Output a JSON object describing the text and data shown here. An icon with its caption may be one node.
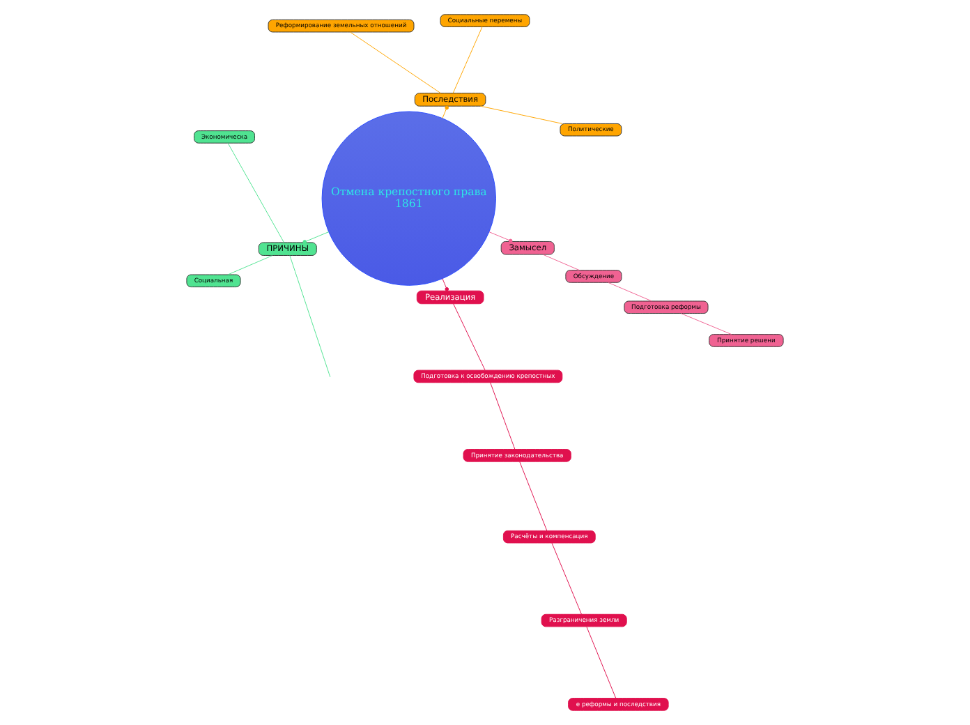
{
  "diagram": {
    "nodes": [
      {
        "text": [
          "Политические"
        ]
      },
      {
        "text": [
          "Социальные перемены"
        ]
      },
      {
        "text": [
          "Реформирование земельных отношений"
        ]
      },
      {
        "text": [
          "Последствия"
        ]
      },
      {
        "text": [
          "Экономическа"
        ]
      },
      {
        "text": [
          "ПРИЧИНЫ"
        ]
      },
      {
        "text": [
          "Отмена крепостного права",
          "1861"
        ]
      },
      {
        "text": [
          "Социальная"
        ]
      },
      {
        "text": [
          "Реализация"
        ]
      },
      {
        "text": [
          "Подготовка к освобождению крепостных"
        ]
      },
      {
        "text": [
          "Принятие законодательства"
        ]
      },
      {
        "text": [
          "Расчёты и компенсация"
        ]
      },
      {
        "text": [
          "Замысел"
        ]
      },
      {
        "text": [
          "Обсуждение"
        ]
      },
      {
        "text": [
          "Подготовка реформы"
        ]
      },
      {
        "text": [
          "Принятие решени"
        ]
      },
      {
        "text": [
          "Разграничения земли"
        ]
      },
      {
        "text": [
          "е реформы и последствия"
        ]
      }
    ],
    "edges": [
      {
        "from": 6,
        "to": 3,
        "arrow": "other",
        "color": "#ffa500"
      },
      {
        "from": 3,
        "to": 0,
        "arrow": "none",
        "color": "#ffa500"
      },
      {
        "from": 3,
        "to": 1,
        "arrow": "none",
        "color": "#ffa500"
      },
      {
        "from": 3,
        "to": 2,
        "arrow": "none",
        "color": "#ffa500"
      },
      {
        "from": 6,
        "to": 5,
        "arrow": "other",
        "color": "#50e391"
      },
      {
        "from": 5,
        "to": 4,
        "arrow": "none",
        "color": "#50e391"
      },
      {
        "from": 5,
        "to": 7,
        "arrow": "none",
        "color": "#50e391"
      },
      {
        "from": 5,
        "to": null,
        "arrow": "none",
        "color": "#50e391"
      },
      {
        "from": 6,
        "to": 8,
        "arrow": "other",
        "color": "#e0104e"
      },
      {
        "from": 8,
        "to": 9,
        "arrow": "none",
        "color": "#e0104e"
      },
      {
        "from": 9,
        "to": 10,
        "arrow": "none",
        "color": "#e0104e"
      },
      {
        "from": 10,
        "to": 11,
        "arrow": "none",
        "color": "#e0104e"
      },
      {
        "from": 11,
        "to": 16,
        "arrow": "none",
        "color": "#e0104e"
      },
      {
        "from": 16,
        "to": 17,
        "arrow": "none",
        "color": "#e0104e"
      },
      {
        "from": 6,
        "to": 12,
        "arrow": "other",
        "color": "#f06292"
      },
      {
        "from": 12,
        "to": 13,
        "arrow": "none",
        "color": "#f06292"
      },
      {
        "from": 13,
        "to": 14,
        "arrow": "none",
        "color": "#f06292"
      },
      {
        "from": 14,
        "to": 15,
        "arrow": "none",
        "color": "#f06292"
      }
    ]
  }
}
